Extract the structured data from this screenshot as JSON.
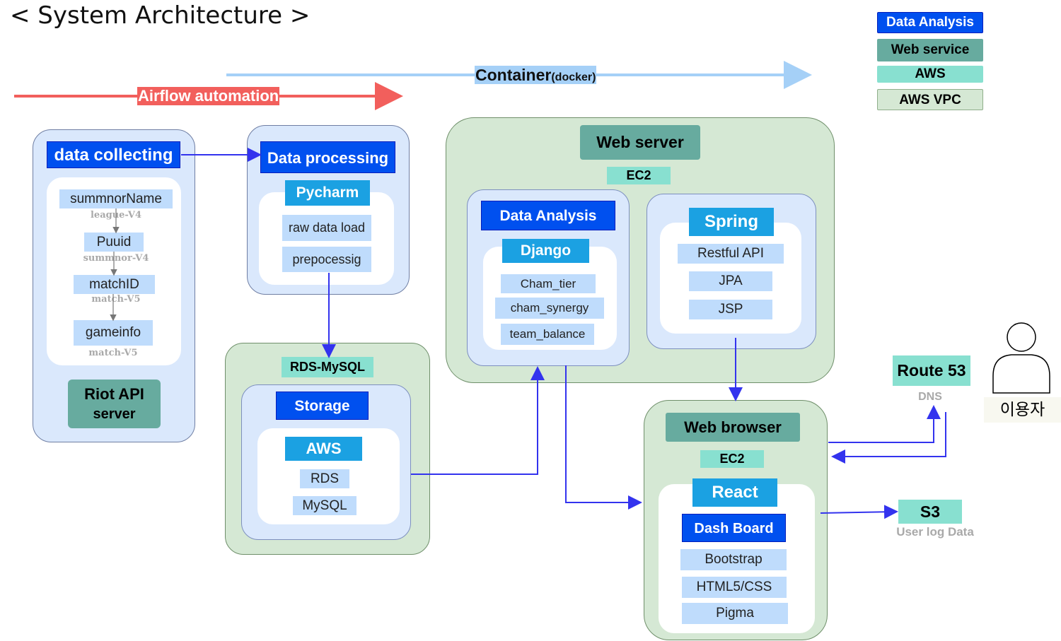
{
  "title": "< System Architecture >",
  "legend": {
    "data_analysis": "Data Analysis",
    "web_service": "Web service",
    "aws": "AWS",
    "aws_vpc": "AWS VPC"
  },
  "banners": {
    "container": "Container",
    "container_sub": "(docker)",
    "airflow": "Airflow automation"
  },
  "collect": {
    "header": "data collecting",
    "steps": [
      "summnorName",
      "Puuid",
      "matchID",
      "gameinfo"
    ],
    "apis": [
      "league-V4",
      "summnor-V4",
      "match-V5",
      "match-V5"
    ],
    "server_line1": "Riot API",
    "server_line2": "server"
  },
  "processing": {
    "header": "Data processing",
    "tool": "Pycharm",
    "items": [
      "raw data load",
      "prepocessig"
    ]
  },
  "storage": {
    "rds_label": "RDS-MySQL",
    "header": "Storage",
    "aws": "AWS",
    "items": [
      "RDS",
      "MySQL"
    ]
  },
  "webserver": {
    "header": "Web server",
    "ec2": "EC2",
    "analysis": {
      "header": "Data Analysis",
      "framework": "Django",
      "items": [
        "Cham_tier",
        "cham_synergy",
        "team_balance"
      ]
    },
    "spring": {
      "header": "Spring",
      "items": [
        "Restful API",
        "JPA",
        "JSP"
      ]
    }
  },
  "browser": {
    "header": "Web browser",
    "ec2": "EC2",
    "react": "React",
    "dashboard": "Dash Board",
    "items": [
      "Bootstrap",
      "HTML5/CSS",
      "Pigma"
    ]
  },
  "route53": {
    "label": "Route 53",
    "sub": "DNS"
  },
  "s3": {
    "label": "S3",
    "sub": "User log Data"
  },
  "user": {
    "label": "이용자"
  },
  "colors": {
    "dark_blue": "#0050ef",
    "mid_blue": "#1ba1e2",
    "teal": "#67ab9f",
    "aws_teal": "#88e0d0",
    "vpc_green": "#d5e8d4",
    "panel_blue": "#dae8fc",
    "arrow": "#3333ee",
    "airflow_red": "#f25f5c",
    "container_blue": "#a5d0f7"
  }
}
